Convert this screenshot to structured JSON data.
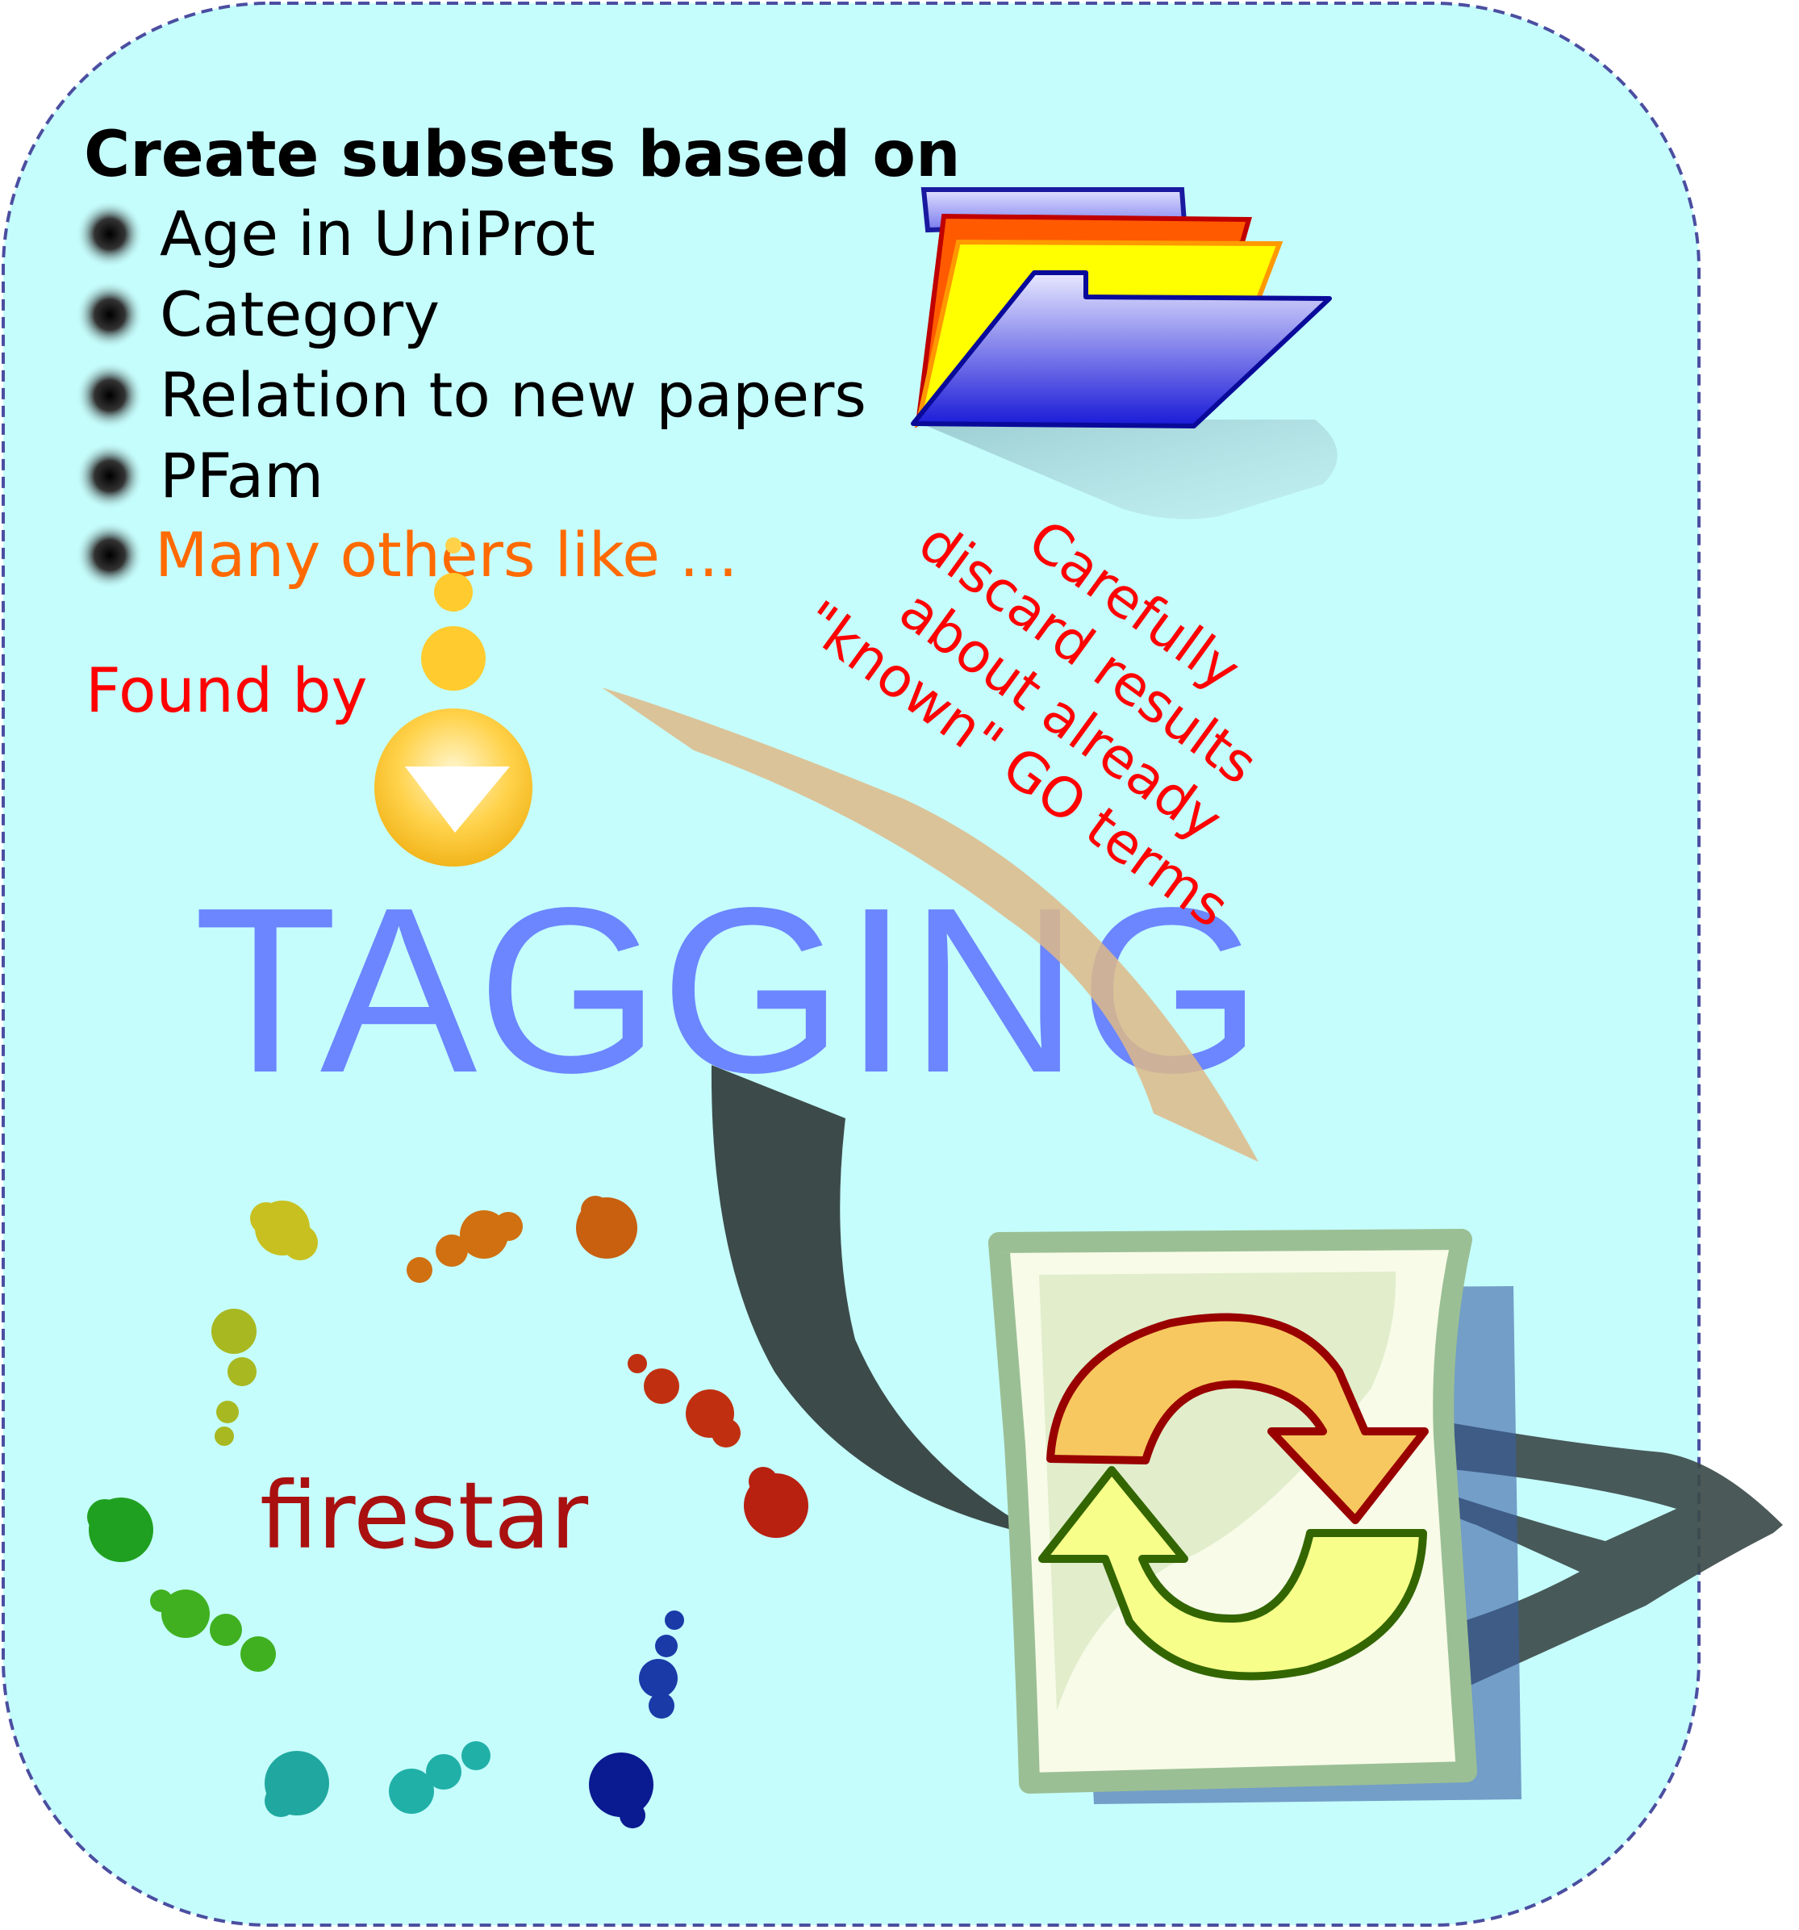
{
  "heading": "Create subsets based on",
  "criteria": [
    "Age in UniProt",
    "Category",
    "Relation to new papers",
    "PFam",
    "Many others like ..."
  ],
  "found_by": "Found by",
  "tagging": "TAGGING",
  "discard_note": [
    "Carefully",
    "discard results",
    "about already",
    "\"known\" GO terms"
  ],
  "tool": "firestar",
  "colors": {
    "panel_fill": "#c5fdfc",
    "panel_border": "#4b4ea0",
    "tagging": "#6b86ff",
    "highlight_text": "#ff6a00",
    "note_text": "#ff0000",
    "tool_text": "#aa1010",
    "dark_arrow": "#3c4b4a",
    "light_arrow": "#deb887"
  },
  "icons": [
    "folder-icon",
    "funnel-icon",
    "refresh-document-icon",
    "protein-structure-icon"
  ]
}
